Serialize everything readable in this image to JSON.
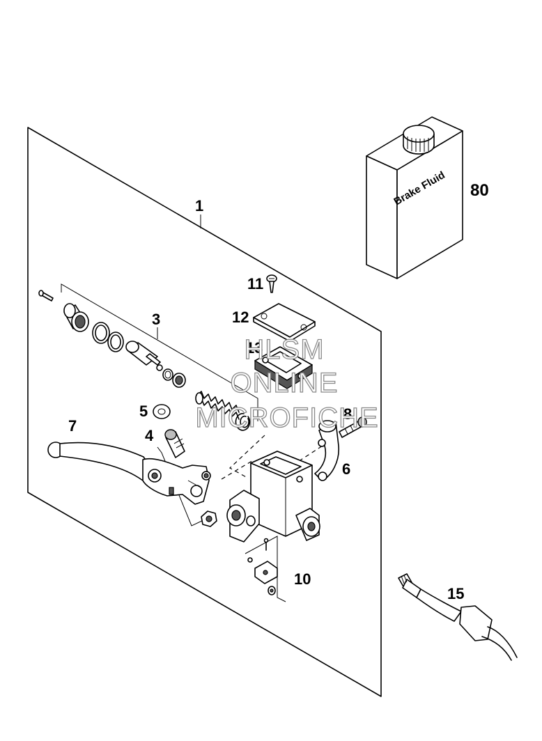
{
  "callouts": {
    "c1": "1",
    "c3": "3",
    "c4": "4",
    "c5": "5",
    "c6": "6",
    "c7": "7",
    "c8": "8",
    "c10": "10",
    "c11": "11",
    "c12": "12",
    "c13": "13",
    "c15": "15",
    "c80": "80"
  },
  "brake_fluid_label": "Brake Fluid",
  "watermark": {
    "line1": "HLSM",
    "line2": "ONLINE",
    "line3": "MICROFICHE"
  }
}
